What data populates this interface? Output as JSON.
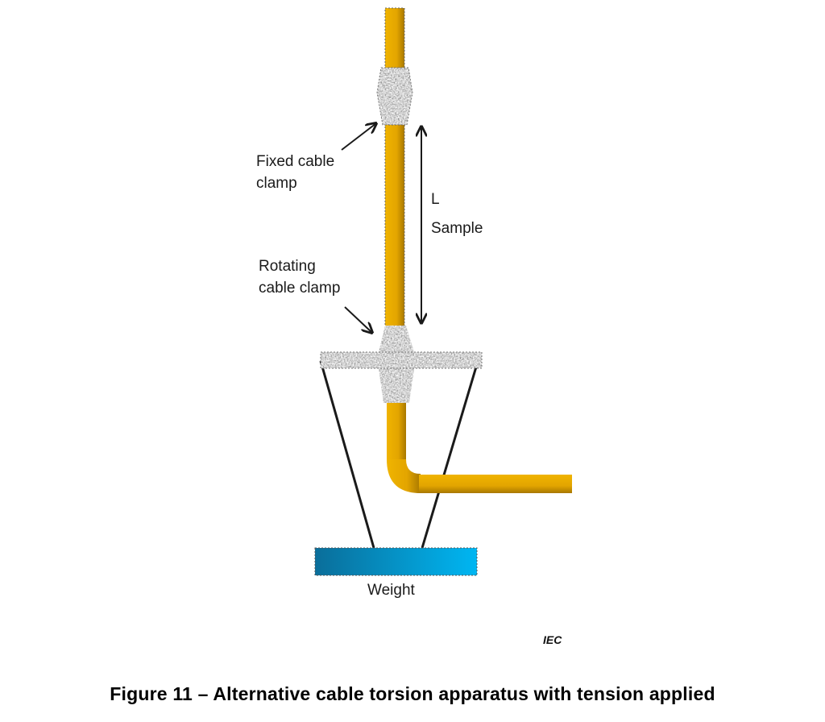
{
  "labels": {
    "fixed_clamp": [
      "Fixed cable",
      "clamp"
    ],
    "length": "L",
    "sample": "Sample",
    "rotating_clamp": [
      "Rotating",
      "cable clamp"
    ],
    "weight": "Weight",
    "source_mark": "IEC"
  },
  "caption": "Figure 11 – Alternative cable torsion apparatus with tension applied",
  "colors": {
    "cable": "#e8aa00",
    "cable_dark": "#b37f00",
    "clamp": "#b8b8b8",
    "weight_left": "#0a6e9a",
    "weight_right": "#00b4f0",
    "line": "#1a1a1a"
  }
}
